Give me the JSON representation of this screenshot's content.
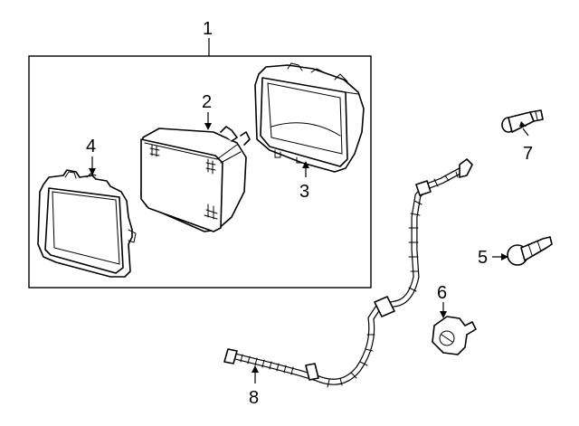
{
  "diagram": {
    "callouts": {
      "c1": "1",
      "c2": "2",
      "c3": "3",
      "c4": "4",
      "c5": "5",
      "c6": "6",
      "c7": "7",
      "c8": "8"
    },
    "colors": {
      "line": "#000000",
      "fill": "#ffffff",
      "background": "#ffffff"
    }
  }
}
